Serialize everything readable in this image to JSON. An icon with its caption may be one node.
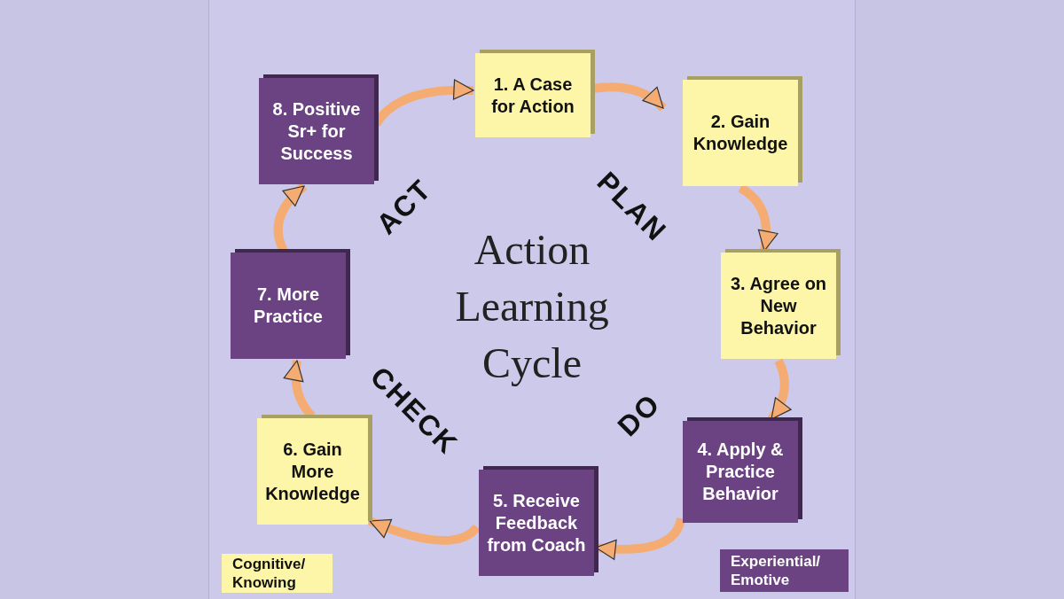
{
  "diagram": {
    "title": "Action Learning Cycle",
    "nodes": [
      {
        "text": [
          "1. A Case for Action"
        ]
      },
      {
        "text": [
          "2. Gain Knowledge"
        ]
      },
      {
        "text": [
          "3. Agree on New Behavior"
        ]
      },
      {
        "text": [
          "4. Apply & Practice Behavior"
        ]
      },
      {
        "text": [
          "5. Receive Feedback from Coach"
        ]
      },
      {
        "text": [
          "6. Gain More Knowledge"
        ]
      },
      {
        "text": [
          "7. More Practice"
        ]
      },
      {
        "text": [
          "8. Positive Sr+ for Success"
        ]
      }
    ],
    "edges": [
      {
        "from": 0,
        "to": 1,
        "arrow": "to"
      },
      {
        "from": 1,
        "to": 2,
        "arrow": "to"
      },
      {
        "from": 2,
        "to": 3,
        "arrow": "to"
      },
      {
        "from": 3,
        "to": 4,
        "arrow": "to"
      },
      {
        "from": 4,
        "to": 5,
        "arrow": "to"
      },
      {
        "from": 5,
        "to": 6,
        "arrow": "to"
      },
      {
        "from": 6,
        "to": 7,
        "arrow": "to"
      },
      {
        "from": 7,
        "to": 0,
        "arrow": "to"
      }
    ],
    "labels": [
      "ACT",
      "PLAN",
      "CHECK",
      "DO"
    ],
    "legend": [
      {
        "text": "Cognitive/ Knowing",
        "color": "#fdf6a8"
      },
      {
        "text": "Experiential/ Emotive",
        "color": "#6b4282"
      }
    ]
  }
}
